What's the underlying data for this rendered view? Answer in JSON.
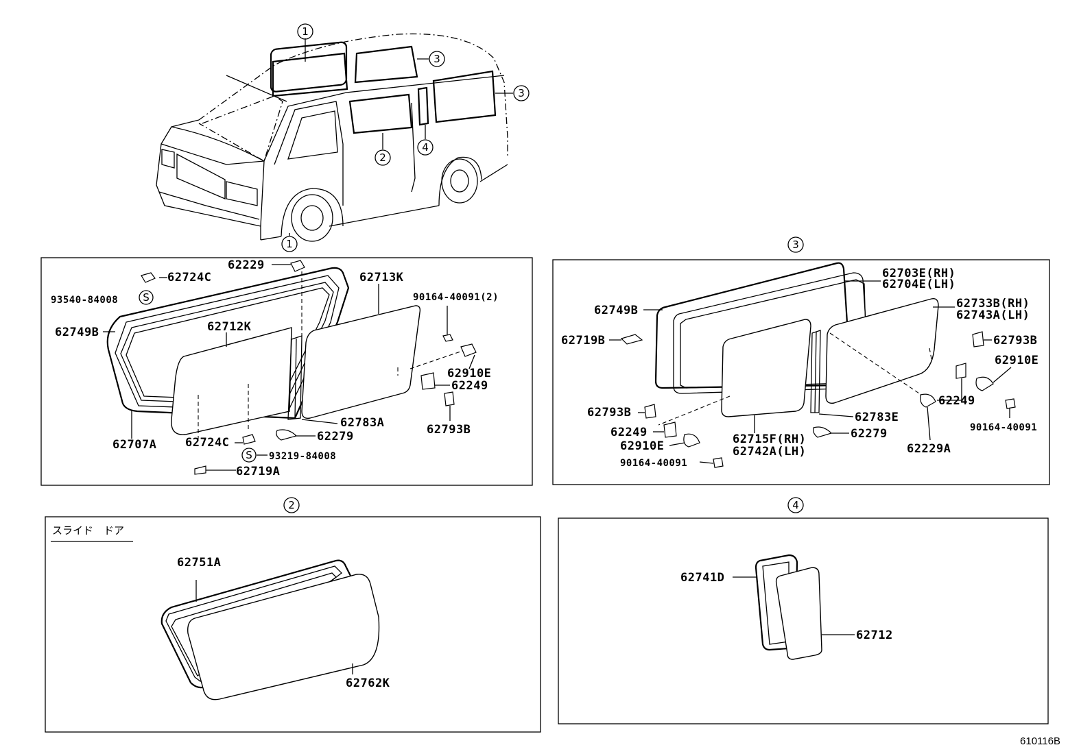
{
  "callouts": {
    "top_roof": "1",
    "top_rear_roof": "3",
    "top_rear_side": "3",
    "top_slide": "2",
    "top_quarter": "4",
    "top_bottom": "1",
    "panel3": "3",
    "panel2": "2",
    "panel4": "4",
    "s_mark": "S"
  },
  "panel1": {
    "labels": {
      "p62229": "62229",
      "p62724c_top": "62724C",
      "p62713k": "62713K",
      "p93540": "93540-84008",
      "p90164_2": "90164-40091(2)",
      "p62749b": "62749B",
      "p62712k": "62712K",
      "p62910e": "62910E",
      "p62249": "62249",
      "p62783a": "62783A",
      "p62793b": "62793B",
      "p62707a": "62707A",
      "p62724c_bot": "62724C",
      "p62279": "62279",
      "p93219": "93219-84008",
      "p62719a": "62719A"
    }
  },
  "panel3": {
    "labels": {
      "p62703e": "62703E(RH)",
      "p62704e": "62704E(LH)",
      "p62749b": "62749B",
      "p62733b": "62733B(RH)",
      "p62743a": "62743A(LH)",
      "p62719b": "62719B",
      "p62793b_r": "62793B",
      "p62910e_r": "62910E",
      "p62249_r": "62249",
      "p90164_r": "90164-40091",
      "p62793b_l": "62793B",
      "p62783e": "62783E",
      "p62249_l": "62249",
      "p62279": "62279",
      "p62715f": "62715F(RH)",
      "p62742a": "62742A(LH)",
      "p62910e_l": "62910E",
      "p62229a": "62229A",
      "p90164_l": "90164-40091"
    }
  },
  "panel2": {
    "header": "スライド　ドア",
    "labels": {
      "p62751a": "62751A",
      "p62762k": "62762K"
    }
  },
  "panel4": {
    "labels": {
      "p62741d": "62741D",
      "p62712": "62712"
    }
  },
  "figure_id": "610116B"
}
